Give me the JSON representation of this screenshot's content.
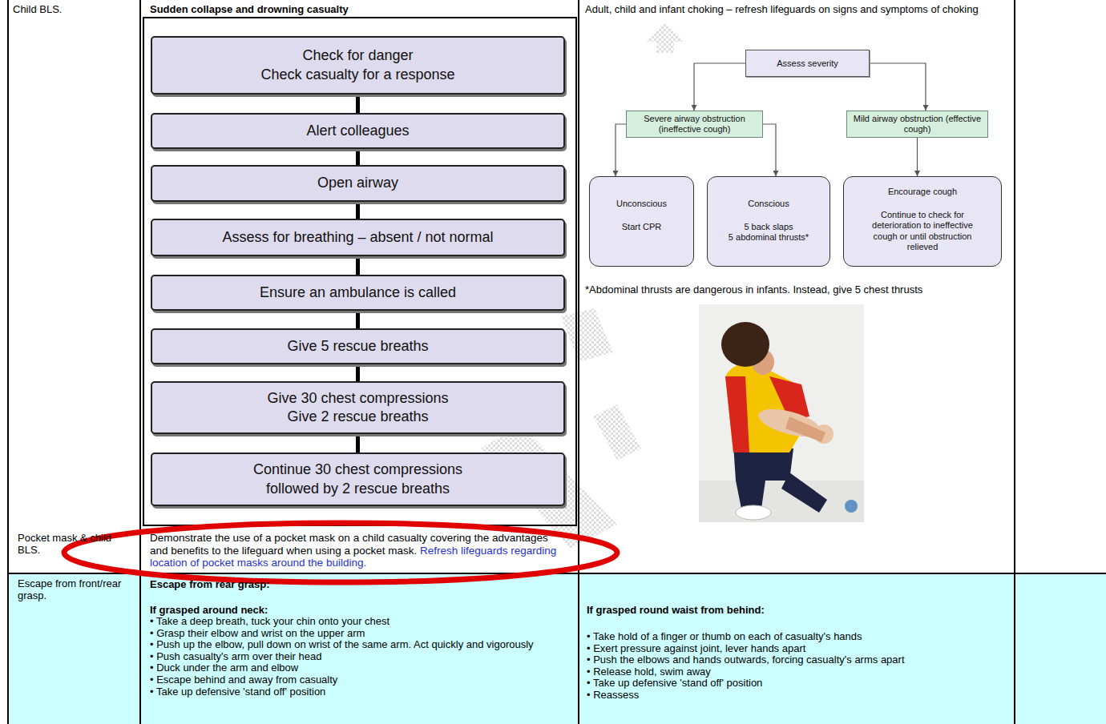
{
  "diagram": {
    "nodes": [
      {
        "text": [
          "Check for danger",
          "Check casualty for a response"
        ]
      },
      {
        "text": [
          "Alert colleagues"
        ]
      },
      {
        "text": [
          "Open airway"
        ]
      },
      {
        "text": [
          "Assess for breathing – absent / not normal"
        ]
      },
      {
        "text": [
          "Ensure an ambulance is called"
        ]
      },
      {
        "text": [
          "Give 5 rescue breaths"
        ]
      },
      {
        "text": [
          "Give 30 chest compressions",
          "Give 2 rescue breaths"
        ]
      },
      {
        "text": [
          "Continue 30 chest compressions followed by 2 rescue breaths"
        ]
      },
      {
        "text": [
          "Assess severity"
        ]
      },
      {
        "text": [
          "Severe airway obstruction (ineffective cough)"
        ]
      },
      {
        "text": [
          "Mild airway obstruction (effective cough)"
        ]
      },
      {
        "text": [
          "Unconscious",
          "Start CPR"
        ]
      },
      {
        "text": [
          "Conscious",
          "5 back slaps",
          "5 abdominal thrusts*"
        ]
      },
      {
        "text": [
          "Encourage cough",
          "Continue to check for deterioration to ineffective cough or until obstruction relieved"
        ]
      }
    ],
    "edges": [
      {
        "from": 0,
        "to": 1,
        "arrow": "none"
      },
      {
        "from": 1,
        "to": 2,
        "arrow": "none"
      },
      {
        "from": 2,
        "to": 3,
        "arrow": "none"
      },
      {
        "from": 3,
        "to": 4,
        "arrow": "none"
      },
      {
        "from": 4,
        "to": 5,
        "arrow": "none"
      },
      {
        "from": 5,
        "to": 6,
        "arrow": "none"
      },
      {
        "from": 6,
        "to": 7,
        "arrow": "none"
      },
      {
        "from": 8,
        "to": 9,
        "arrow": "to"
      },
      {
        "from": 8,
        "to": 10,
        "arrow": "to"
      },
      {
        "from": 9,
        "to": 11,
        "arrow": "to"
      },
      {
        "from": 9,
        "to": 12,
        "arrow": "to"
      },
      {
        "from": 10,
        "to": 13,
        "arrow": "to"
      }
    ],
    "labels": [
      "Child BLS.",
      "Sudden collapse and drowning casualty",
      "Adult, child and infant choking – refresh lifeguards on signs and symptoms of choking",
      "*Abdominal thrusts are dangerous in infants. Instead, give 5 chest thrusts",
      "Pocket mask & child BLS.",
      "Demonstrate the use of a pocket mask on a child casualty covering the advantages and benefits to the lifeguard when using a pocket mask.",
      "Refresh lifeguards regarding location of pocket masks around the building.",
      "Escape from front/rear grasp.",
      "Escape from rear grasp:",
      "If grasped around neck:",
      "• Take a deep breath, tuck your chin onto your chest",
      "• Grasp their elbow and wrist on the upper arm",
      "• Push up the elbow, pull down on wrist of the same arm. Act quickly and vigorously",
      "• Push casualty's arm over their head",
      "• Duck under the arm and elbow",
      "• Escape behind and away from casualty",
      "• Take up defensive 'stand off' position",
      "If grasped round waist from behind:",
      "• Take hold of a finger or thumb on each of casualty's hands",
      "• Exert pressure against joint, lever hands apart",
      "• Push the elbows and hands outwards, forcing casualty's arms apart",
      "• Release hold, swim away",
      "• Take up defensive 'stand off' position",
      "• Reassess"
    ]
  }
}
